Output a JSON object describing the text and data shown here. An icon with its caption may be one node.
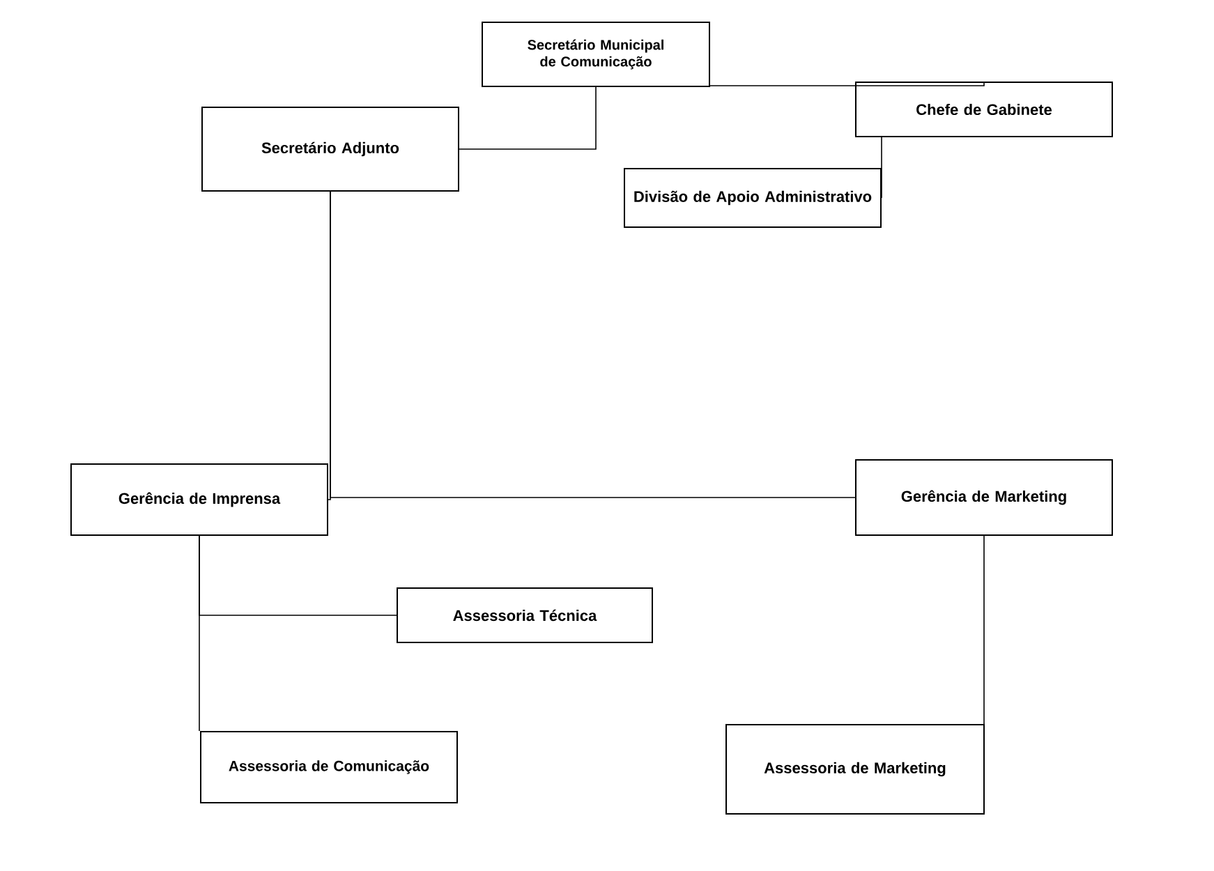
{
  "diagram": {
    "nodes": [
      {
        "text": [
          "Secretário Municipal de Comunicação"
        ]
      },
      {
        "text": [
          "Secretário Adjunto"
        ]
      },
      {
        "text": [
          "Chefe de Gabinete"
        ]
      },
      {
        "text": [
          "Divisão de Apoio Administrativo"
        ]
      },
      {
        "text": [
          "Gerência de Imprensa"
        ]
      },
      {
        "text": [
          "Gerência de Marketing"
        ]
      },
      {
        "text": [
          "Assessoria  Técnica"
        ]
      },
      {
        "text": [
          "Assessoria  de Comunicação"
        ]
      },
      {
        "text": [
          "Assessoria  de Marketing"
        ]
      }
    ],
    "edges": [
      {
        "from": 0,
        "to": 1,
        "arrow": "none"
      },
      {
        "from": 0,
        "to": 2,
        "arrow": "none"
      },
      {
        "from": 2,
        "to": 3,
        "arrow": "none"
      },
      {
        "from": 1,
        "to": 4,
        "arrow": "none"
      },
      {
        "from": 1,
        "to": 5,
        "arrow": "none"
      },
      {
        "from": 4,
        "to": 6,
        "arrow": "none"
      },
      {
        "from": 4,
        "to": 7,
        "arrow": "none"
      },
      {
        "from": 5,
        "to": 8,
        "arrow": "none"
      }
    ]
  }
}
